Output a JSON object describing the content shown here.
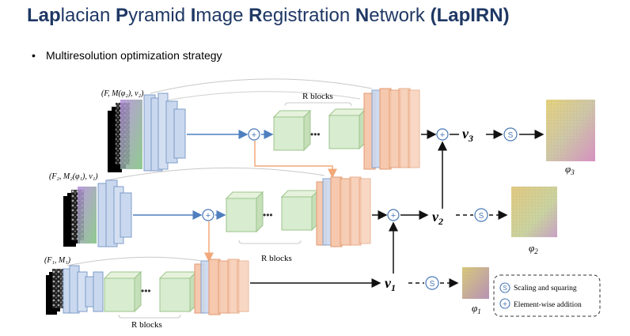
{
  "title": {
    "parts": [
      {
        "bold": "Lap",
        "rest": "lacian "
      },
      {
        "bold": "P",
        "rest": "yramid "
      },
      {
        "bold": "I",
        "rest": "mage "
      },
      {
        "bold": "R",
        "rest": "egistration "
      },
      {
        "bold": "N",
        "rest": "etwork "
      },
      {
        "bold": "(LapIRN)",
        "rest": ""
      }
    ]
  },
  "bullet": {
    "marker": "•",
    "text": "Multiresolution optimization strategy"
  },
  "diagram": {
    "level3_input_label": "(F, M(φ₂), v₂)",
    "level2_input_label": "(F₂, M₂(φ₁), v₁)",
    "level1_input_label": "(F₁, M₁)",
    "rblocks_label": "R blocks",
    "ellipsis": "•••",
    "v3": "v",
    "v3_sub": "3",
    "v2": "v",
    "v2_sub": "2",
    "v1": "v",
    "v1_sub": "1",
    "phi3": "φ",
    "phi3_sub": "3",
    "phi2": "φ",
    "phi2_sub": "2",
    "phi1": "φ",
    "phi1_sub": "1",
    "s_symbol": "S",
    "plus_symbol": "+",
    "legend": {
      "scaling": "Scaling and squaring",
      "addition": "Element-wise addition"
    }
  },
  "colors": {
    "title": "#1f3864",
    "encoder_fill": "#c9d8ee",
    "encoder_stroke": "#7f9cc8",
    "rblock_fill": "#d8ecd0",
    "rblock_stroke": "#9cc48c",
    "decoder_fill": "#f6c8ad",
    "decoder_stroke": "#e29a72",
    "arrow_blue": "#4f7fbf",
    "arrow_orange": "#f2a878",
    "circle_stroke": "#4a79b8"
  }
}
